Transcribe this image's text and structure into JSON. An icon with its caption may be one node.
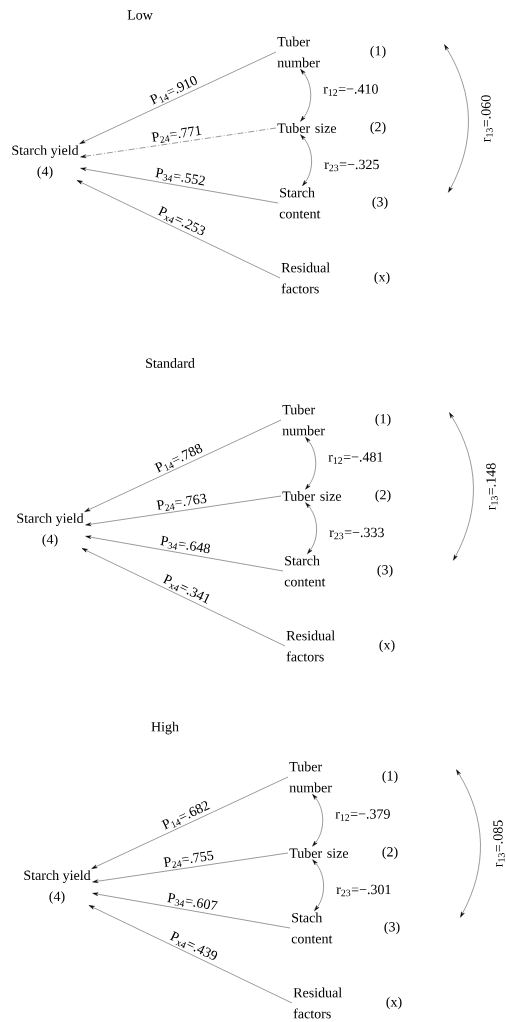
{
  "diagram": {
    "nodes": [
      {
        "text": [
          "Starch yield",
          "(4)"
        ]
      },
      {
        "text": [
          "Tuber number"
        ],
        "beside": [
          "(1)"
        ]
      },
      {
        "text": [
          "Tuber size"
        ],
        "beside": [
          "(2)"
        ]
      },
      {
        "text": [
          "Starch content"
        ],
        "beside": [
          "(3)"
        ]
      },
      {
        "text": [
          "Residual factors"
        ],
        "beside": [
          "(x)"
        ]
      },
      {
        "text": [
          "Starch yield",
          "(4)"
        ]
      },
      {
        "text": [
          "Tuber number"
        ],
        "beside": [
          "(1)"
        ]
      },
      {
        "text": [
          "Tuber size"
        ],
        "beside": [
          "(2)"
        ]
      },
      {
        "text": [
          "Starch content"
        ],
        "beside": [
          "(3)"
        ]
      },
      {
        "text": [
          "Residual factors"
        ],
        "beside": [
          "(x)"
        ]
      },
      {
        "text": [
          "Starch yield",
          "(4)"
        ]
      },
      {
        "text": [
          "Tuber number"
        ],
        "beside": [
          "(1)"
        ]
      },
      {
        "text": [
          "Tuber size"
        ],
        "beside": [
          "(2)"
        ]
      },
      {
        "text": [
          "Stach content"
        ],
        "beside": [
          "(3)"
        ]
      },
      {
        "text": [
          "Residual factors"
        ],
        "beside": [
          "(x)"
        ]
      }
    ],
    "edges": [
      {
        "from": 1,
        "to": 0,
        "arrow": "to",
        "label": "P$_{14}$=.910"
      },
      {
        "from": 2,
        "to": 0,
        "arrow": "to",
        "label": "P$_{24}$=.771",
        "style": "dashed"
      },
      {
        "from": 3,
        "to": 0,
        "arrow": "to",
        "label": "P$_{34}$=.552"
      },
      {
        "from": 4,
        "to": 0,
        "arrow": "to",
        "label": "P$_{x4}$=.253"
      },
      {
        "from": 1,
        "to": 2,
        "arrow": "both",
        "label": "r$_{12}$=−.410"
      },
      {
        "from": 2,
        "to": 3,
        "arrow": "both",
        "label": "r$_{23}$=−.325"
      },
      {
        "from": 1,
        "to": 3,
        "arrow": "both",
        "label": "r$_{13}$=.060"
      },
      {
        "from": 6,
        "to": 5,
        "arrow": "to",
        "label": "P$_{14}$=.788"
      },
      {
        "from": 7,
        "to": 5,
        "arrow": "to",
        "label": "P$_{24}$=.763"
      },
      {
        "from": 8,
        "to": 5,
        "arrow": "to",
        "label": "P$_{34}$=.648"
      },
      {
        "from": 9,
        "to": 5,
        "arrow": "to",
        "label": "P$_{x4}$=.341"
      },
      {
        "from": 6,
        "to": 7,
        "arrow": "both",
        "label": "r$_{12}$=−.481"
      },
      {
        "from": 7,
        "to": 8,
        "arrow": "both",
        "label": "r$_{23}$=−.333"
      },
      {
        "from": 6,
        "to": 8,
        "arrow": "both",
        "label": "r$_{13}$=.148"
      },
      {
        "from": 11,
        "to": 10,
        "arrow": "to",
        "label": "P$_{14}$=.682"
      },
      {
        "from": 12,
        "to": 10,
        "arrow": "to",
        "label": "P$_{24}$=.755"
      },
      {
        "from": 13,
        "to": 10,
        "arrow": "to",
        "label": "P$_{34}$=.607"
      },
      {
        "from": 14,
        "to": 10,
        "arrow": "to",
        "label": "P$_{x4}$=.439"
      },
      {
        "from": 11,
        "to": 12,
        "arrow": "both",
        "label": "r$_{12}$=−.379"
      },
      {
        "from": 12,
        "to": 13,
        "arrow": "both",
        "label": "r$_{23}$=−.301"
      },
      {
        "from": 11,
        "to": 13,
        "arrow": "both",
        "label": "r$_{13}$=.085"
      }
    ],
    "labels": [
      "Low",
      "Standard",
      "High"
    ]
  }
}
